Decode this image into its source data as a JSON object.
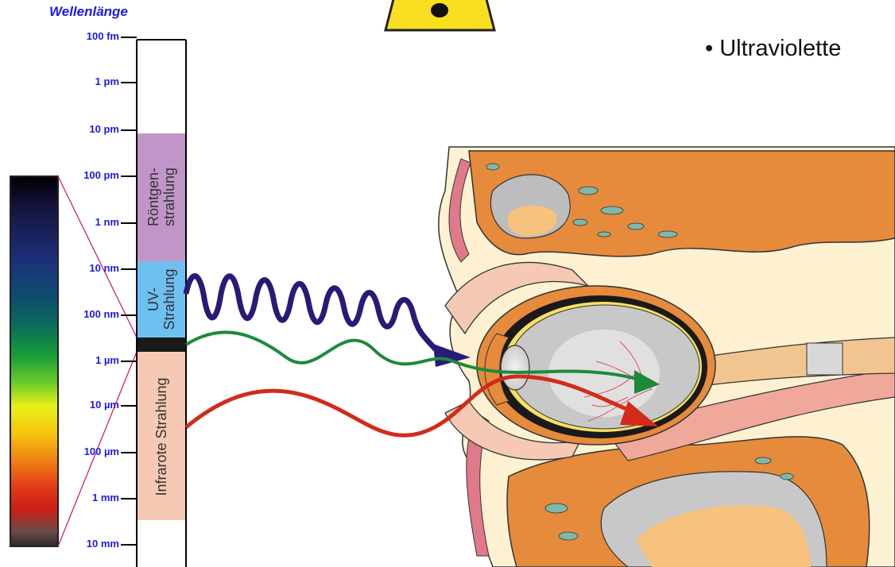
{
  "axis_title": "Wellenlänge",
  "ticks": [
    "100 fm",
    "1 pm",
    "10 pm",
    "100 pm",
    "1 nm",
    "10 nm",
    "100 nm",
    "1 µm",
    "10 µm",
    "100 µm",
    "1 mm",
    "10 mm"
  ],
  "bands": {
    "roentgen_line1": "Röntgen-",
    "roentgen_line2": "strahlung",
    "uv_line1": "UV-",
    "uv_line2": "Strahlung",
    "infrared": "Infrarote Strahlung"
  },
  "bullet": "Ultraviolette",
  "colors": {
    "roentgen": "#c096c8",
    "uv": "#6ec0f0",
    "visible": "#1a1a1a",
    "infrared": "#f6c9b4",
    "uv_wave": "#2a1a78",
    "visible_wave": "#1d8a3a",
    "ir_wave": "#d42a1a",
    "axis_label": "#1a1ae6",
    "skin": "#fdf1d2",
    "bone": "#e68a3c"
  },
  "icons": [
    "warning-sign-icon",
    "eye-cross-section-icon"
  ]
}
